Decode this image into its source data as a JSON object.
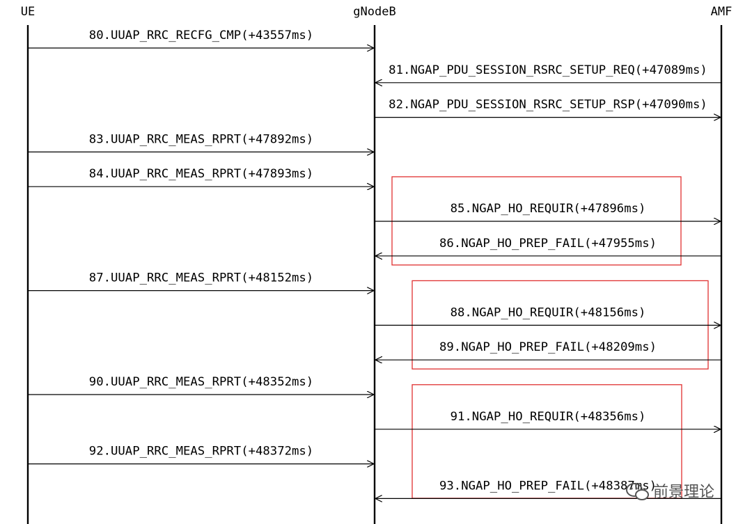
{
  "lifelines": [
    {
      "id": "ue",
      "label": "UE"
    },
    {
      "id": "gnb",
      "label": "gNodeB"
    },
    {
      "id": "amf",
      "label": "AMF"
    }
  ],
  "messages": [
    {
      "label": "80.UUAP_RRC_RECFG_CMP(+43557ms)",
      "from": "ue",
      "to": "gnb"
    },
    {
      "label": "81.NGAP_PDU_SESSION_RSRC_SETUP_REQ(+47089ms)",
      "from": "amf",
      "to": "gnb"
    },
    {
      "label": "82.NGAP_PDU_SESSION_RSRC_SETUP_RSP(+47090ms)",
      "from": "gnb",
      "to": "amf"
    },
    {
      "label": "83.UUAP_RRC_MEAS_RPRT(+47892ms)",
      "from": "ue",
      "to": "gnb"
    },
    {
      "label": "84.UUAP_RRC_MEAS_RPRT(+47893ms)",
      "from": "ue",
      "to": "gnb"
    },
    {
      "label": "85.NGAP_HO_REQUIR(+47896ms)",
      "from": "gnb",
      "to": "amf"
    },
    {
      "label": "86.NGAP_HO_PREP_FAIL(+47955ms)",
      "from": "amf",
      "to": "gnb"
    },
    {
      "label": "87.UUAP_RRC_MEAS_RPRT(+48152ms)",
      "from": "ue",
      "to": "gnb"
    },
    {
      "label": "88.NGAP_HO_REQUIR(+48156ms)",
      "from": "gnb",
      "to": "amf"
    },
    {
      "label": "89.NGAP_HO_PREP_FAIL(+48209ms)",
      "from": "amf",
      "to": "gnb"
    },
    {
      "label": "90.UUAP_RRC_MEAS_RPRT(+48352ms)",
      "from": "ue",
      "to": "gnb"
    },
    {
      "label": "91.NGAP_HO_REQUIR(+48356ms)",
      "from": "gnb",
      "to": "amf"
    },
    {
      "label": "92.UUAP_RRC_MEAS_RPRT(+48372ms)",
      "from": "ue",
      "to": "gnb"
    },
    {
      "label": "93.NGAP_HO_PREP_FAIL(+48387ms)",
      "from": "amf",
      "to": "gnb"
    }
  ],
  "highlight_groups": [
    {
      "messages": [
        5,
        6
      ]
    },
    {
      "messages": [
        8,
        9
      ]
    },
    {
      "messages": [
        11,
        12,
        13
      ]
    }
  ],
  "watermark": {
    "text": "前景理论",
    "icon": "wechat-icon"
  },
  "colors": {
    "line": "#000000",
    "highlight": "#e03030",
    "text": "#000000"
  }
}
